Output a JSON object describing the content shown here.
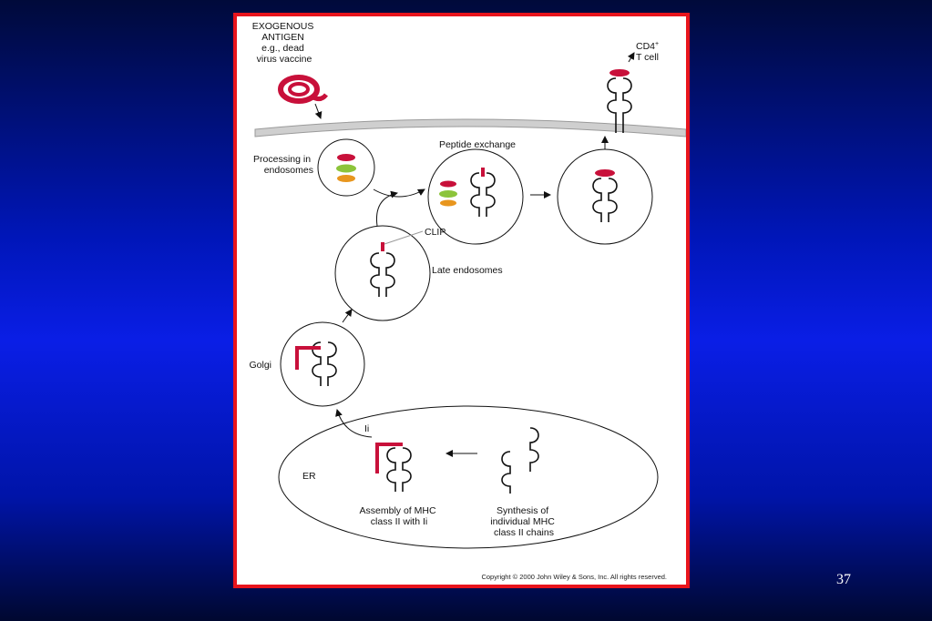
{
  "slide": {
    "number": "37"
  },
  "diagram": {
    "antigen_label": [
      "EXOGENOUS",
      "ANTIGEN",
      "e.g., dead",
      "virus vaccine"
    ],
    "cd4_label": {
      "main": "CD4",
      "sup": "+",
      "line2": "T cell"
    },
    "processing_label": [
      "Processing in",
      "endosomes"
    ],
    "peptide_exchange_label": "Peptide exchange",
    "clip_label": "CLIP",
    "late_endosomes_label": "Late endosomes",
    "golgi_label": "Golgi",
    "ii_label": "Ii",
    "er_label": "ER",
    "assembly_label": [
      "Assembly of MHC",
      "class II with Ii"
    ],
    "synthesis_label": [
      "Synthesis of",
      "individual MHC",
      "class II chains"
    ],
    "copyright": "Copyright © 2000 John Wiley & Sons, Inc.  All rights reserved."
  },
  "colors": {
    "frame_border": "#e8141c",
    "antigen": "#c8103a",
    "peptide_red": "#c8103a",
    "peptide_green": "#8cc43a",
    "peptide_orange": "#e8961e",
    "membrane": "#cfcfcf"
  }
}
